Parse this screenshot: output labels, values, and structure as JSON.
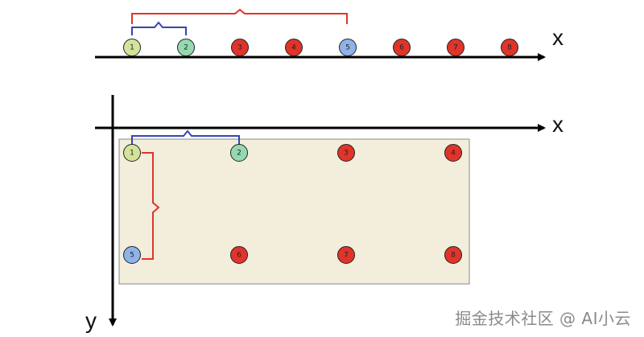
{
  "axes": {
    "x_label": "x",
    "y_label": "y"
  },
  "colors": {
    "green_light": "#d3e49a",
    "green_teal": "#96d9b0",
    "red": "#e0342a",
    "blue": "#8fb3e8",
    "brace_red": "#e0342a",
    "brace_blue": "#3546b0",
    "grid_fill": "#f3eedc"
  },
  "top_row": {
    "nodes": [
      {
        "label": "1",
        "color": "green_light"
      },
      {
        "label": "2",
        "color": "green_teal"
      },
      {
        "label": "3",
        "color": "red"
      },
      {
        "label": "4",
        "color": "red"
      },
      {
        "label": "5",
        "color": "blue"
      },
      {
        "label": "6",
        "color": "red"
      },
      {
        "label": "7",
        "color": "red"
      },
      {
        "label": "8",
        "color": "red"
      }
    ]
  },
  "grid": {
    "rows": [
      [
        {
          "label": "1",
          "color": "green_light"
        },
        {
          "label": "2",
          "color": "green_teal"
        },
        {
          "label": "3",
          "color": "red"
        },
        {
          "label": "4",
          "color": "red"
        }
      ],
      [
        {
          "label": "5",
          "color": "blue"
        },
        {
          "label": "6",
          "color": "red"
        },
        {
          "label": "7",
          "color": "red"
        },
        {
          "label": "8",
          "color": "red"
        }
      ]
    ]
  },
  "watermark": "掘金技术社区 @ AI小云"
}
